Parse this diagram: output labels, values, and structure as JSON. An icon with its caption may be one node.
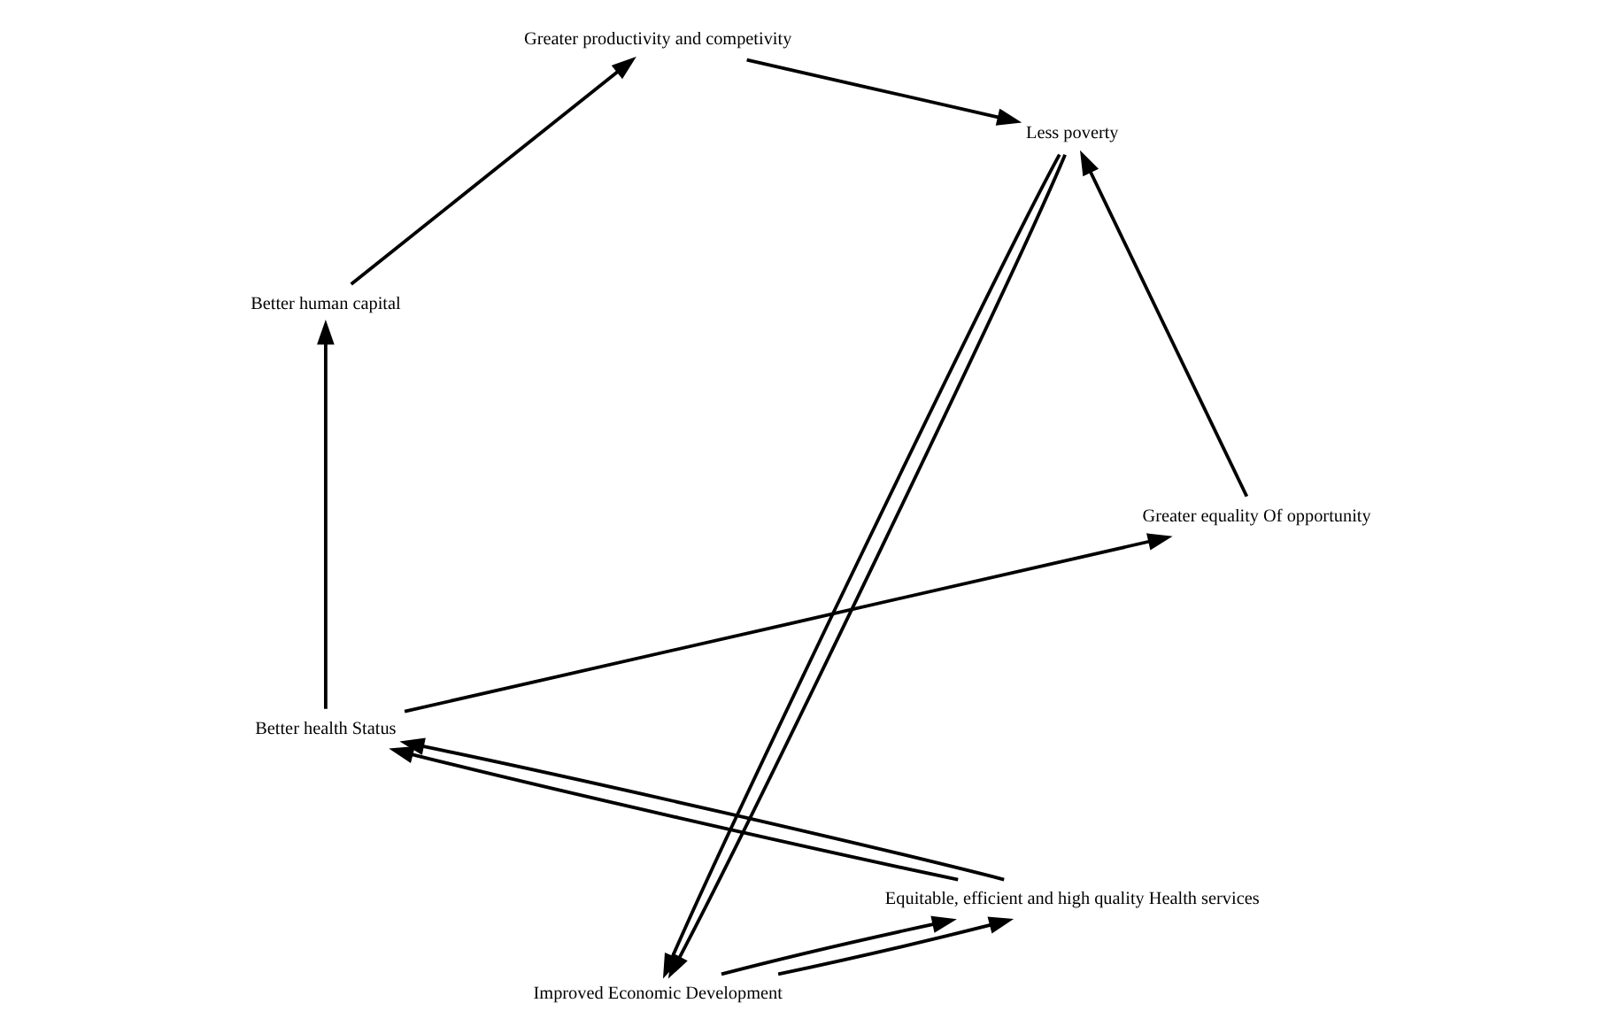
{
  "diagram": {
    "nodes": [
      {
        "text": [
          "Equitable, efficient and high quality Health services"
        ]
      },
      {
        "text": [
          "Better health Status"
        ]
      },
      {
        "text": [
          "Better human capital"
        ]
      },
      {
        "text": [
          "Greater equality Of opportunity"
        ]
      },
      {
        "text": [
          "Greater productivity and competivity"
        ]
      },
      {
        "text": [
          "Less poverty"
        ]
      },
      {
        "text": [
          "Improved Economic Development"
        ]
      }
    ],
    "edges": [
      {
        "from": 0,
        "to": 1,
        "arrow": "to"
      },
      {
        "from": 0,
        "to": 1,
        "arrow": "to"
      },
      {
        "from": 1,
        "to": 2,
        "arrow": "to"
      },
      {
        "from": 1,
        "to": 3,
        "arrow": "to"
      },
      {
        "from": 2,
        "to": 4,
        "arrow": "to"
      },
      {
        "from": 3,
        "to": 5,
        "arrow": "to"
      },
      {
        "from": 4,
        "to": 5,
        "arrow": "to"
      },
      {
        "from": 5,
        "to": 6,
        "arrow": "to"
      },
      {
        "from": 5,
        "to": 6,
        "arrow": "to"
      },
      {
        "from": 6,
        "to": 0,
        "arrow": "to"
      },
      {
        "from": 6,
        "to": 0,
        "arrow": "to"
      }
    ]
  }
}
